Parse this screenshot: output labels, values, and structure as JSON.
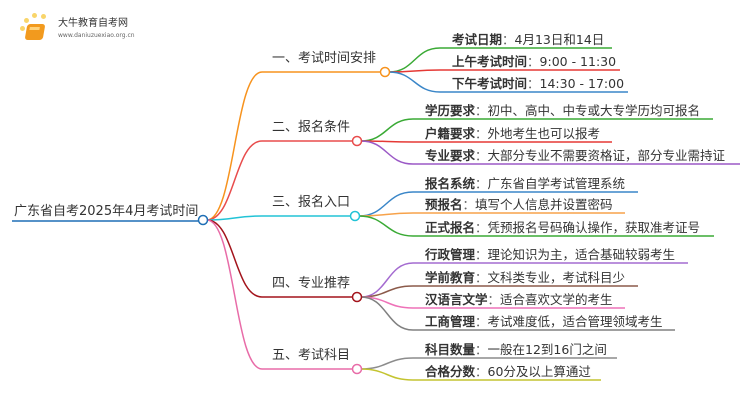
{
  "logo": {
    "title": "大牛教育自考网",
    "url": "www.daniuzuexiao.org.cn"
  },
  "root": {
    "label": "广东省自考2025年4月考试时间",
    "color": "#1f6fb5"
  },
  "branches": [
    {
      "label": "一、考试时间安排",
      "color": "#f7931e",
      "leaves": [
        {
          "key": "考试日期",
          "value": "4月13日和14日",
          "color": "#3aaa35"
        },
        {
          "key": "上午考试时间",
          "value": "9:00 - 11:30",
          "color": "#e53935"
        },
        {
          "key": "下午考试时间",
          "value": "14:30 - 17:00",
          "color": "#3a86c8"
        }
      ]
    },
    {
      "label": "二、报名条件",
      "color": "#e84c4c",
      "leaves": [
        {
          "key": "学历要求",
          "value": "初中、高中、中专或大专学历均可报名",
          "color": "#3aaa35"
        },
        {
          "key": "户籍要求",
          "value": "外地考生也可以报考",
          "color": "#e53935"
        },
        {
          "key": "专业要求",
          "value": "大部分专业不需要资格证，部分专业需持证",
          "color": "#9b59c6"
        }
      ]
    },
    {
      "label": "三、报名入口",
      "color": "#22c3d6",
      "leaves": [
        {
          "key": "报名系统",
          "value": "广东省自学考试管理系统",
          "color": "#3a86c8"
        },
        {
          "key": "预报名",
          "value": "填写个人信息并设置密码",
          "color": "#f7a24a"
        },
        {
          "key": "正式报名",
          "value": "凭预报名号码确认操作，获取准考证号",
          "color": "#3aaa35"
        }
      ]
    },
    {
      "label": "四、专业推荐",
      "color": "#a3141c",
      "leaves": [
        {
          "key": "行政管理",
          "value": "理论知识为主，适合基础较弱考生",
          "color": "#a46bd0"
        },
        {
          "key": "学前教育",
          "value": "文科类专业，考试科目少",
          "color": "#8b5a4a"
        },
        {
          "key": "汉语言文学",
          "value": "适合喜欢文学的考生",
          "color": "#ee72b8"
        },
        {
          "key": "工商管理",
          "value": "考试难度低，适合管理领域考生",
          "color": "#808080"
        }
      ]
    },
    {
      "label": "五、考试科目",
      "color": "#e86ca8",
      "leaves": [
        {
          "key": "科目数量",
          "value": "一般在12到16门之间",
          "color": "#8c8c8c"
        },
        {
          "key": "合格分数",
          "value": "60分及以上算通过",
          "color": "#c4c430"
        }
      ]
    }
  ]
}
